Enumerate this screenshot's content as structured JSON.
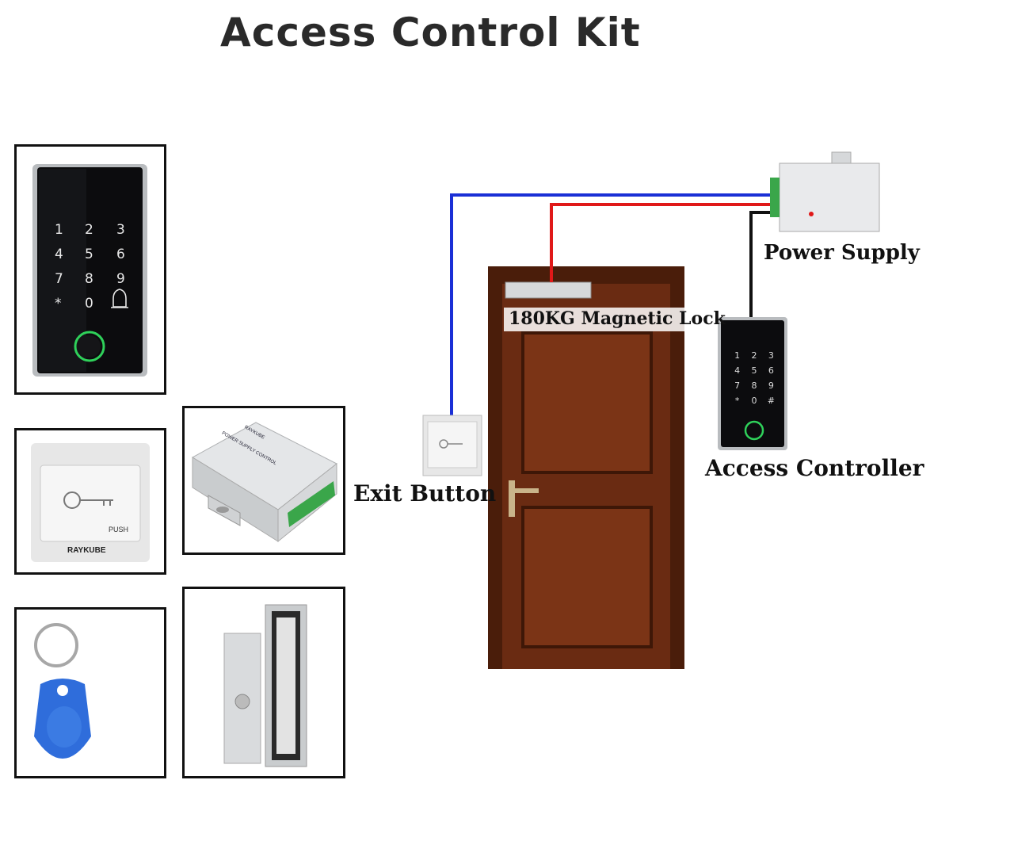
{
  "title": "Access Control Kit",
  "labels": {
    "power_supply": "Power Supply",
    "magnetic_lock": "180KG Magnetic Lock",
    "exit_button": "Exit Button",
    "access_controller": "Access Controller"
  },
  "keypad": {
    "keys": [
      "1",
      "2",
      "3",
      "4",
      "5",
      "6",
      "7",
      "8",
      "9",
      "*",
      "0",
      "#"
    ]
  },
  "exit_button_panel": {
    "push_text": "PUSH",
    "brand": "RAYKUBE"
  },
  "power_supply_box": {
    "heading": "POWER SUPPLY CONTROL",
    "brand": "RAYKUBE"
  },
  "colors": {
    "blue_wire": "#1a2fd6",
    "red_wire": "#e01818",
    "black_wire": "#111111",
    "door_wood": "#5a240f",
    "fingerprint_ring": "#2fd15a"
  }
}
